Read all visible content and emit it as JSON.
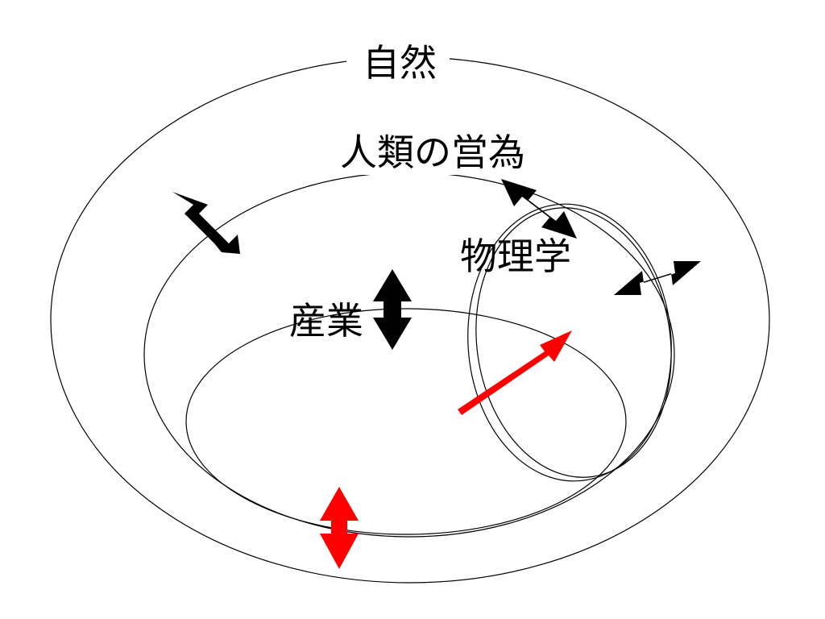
{
  "diagram": {
    "labels": {
      "nature": "自然",
      "human_activity": "人類の営為",
      "physics": "物理学",
      "industry": "産業"
    },
    "colors": {
      "line": "#000000",
      "black_arrow": "#000000",
      "red_arrow": "#ff0000",
      "background": "#ffffff"
    }
  }
}
